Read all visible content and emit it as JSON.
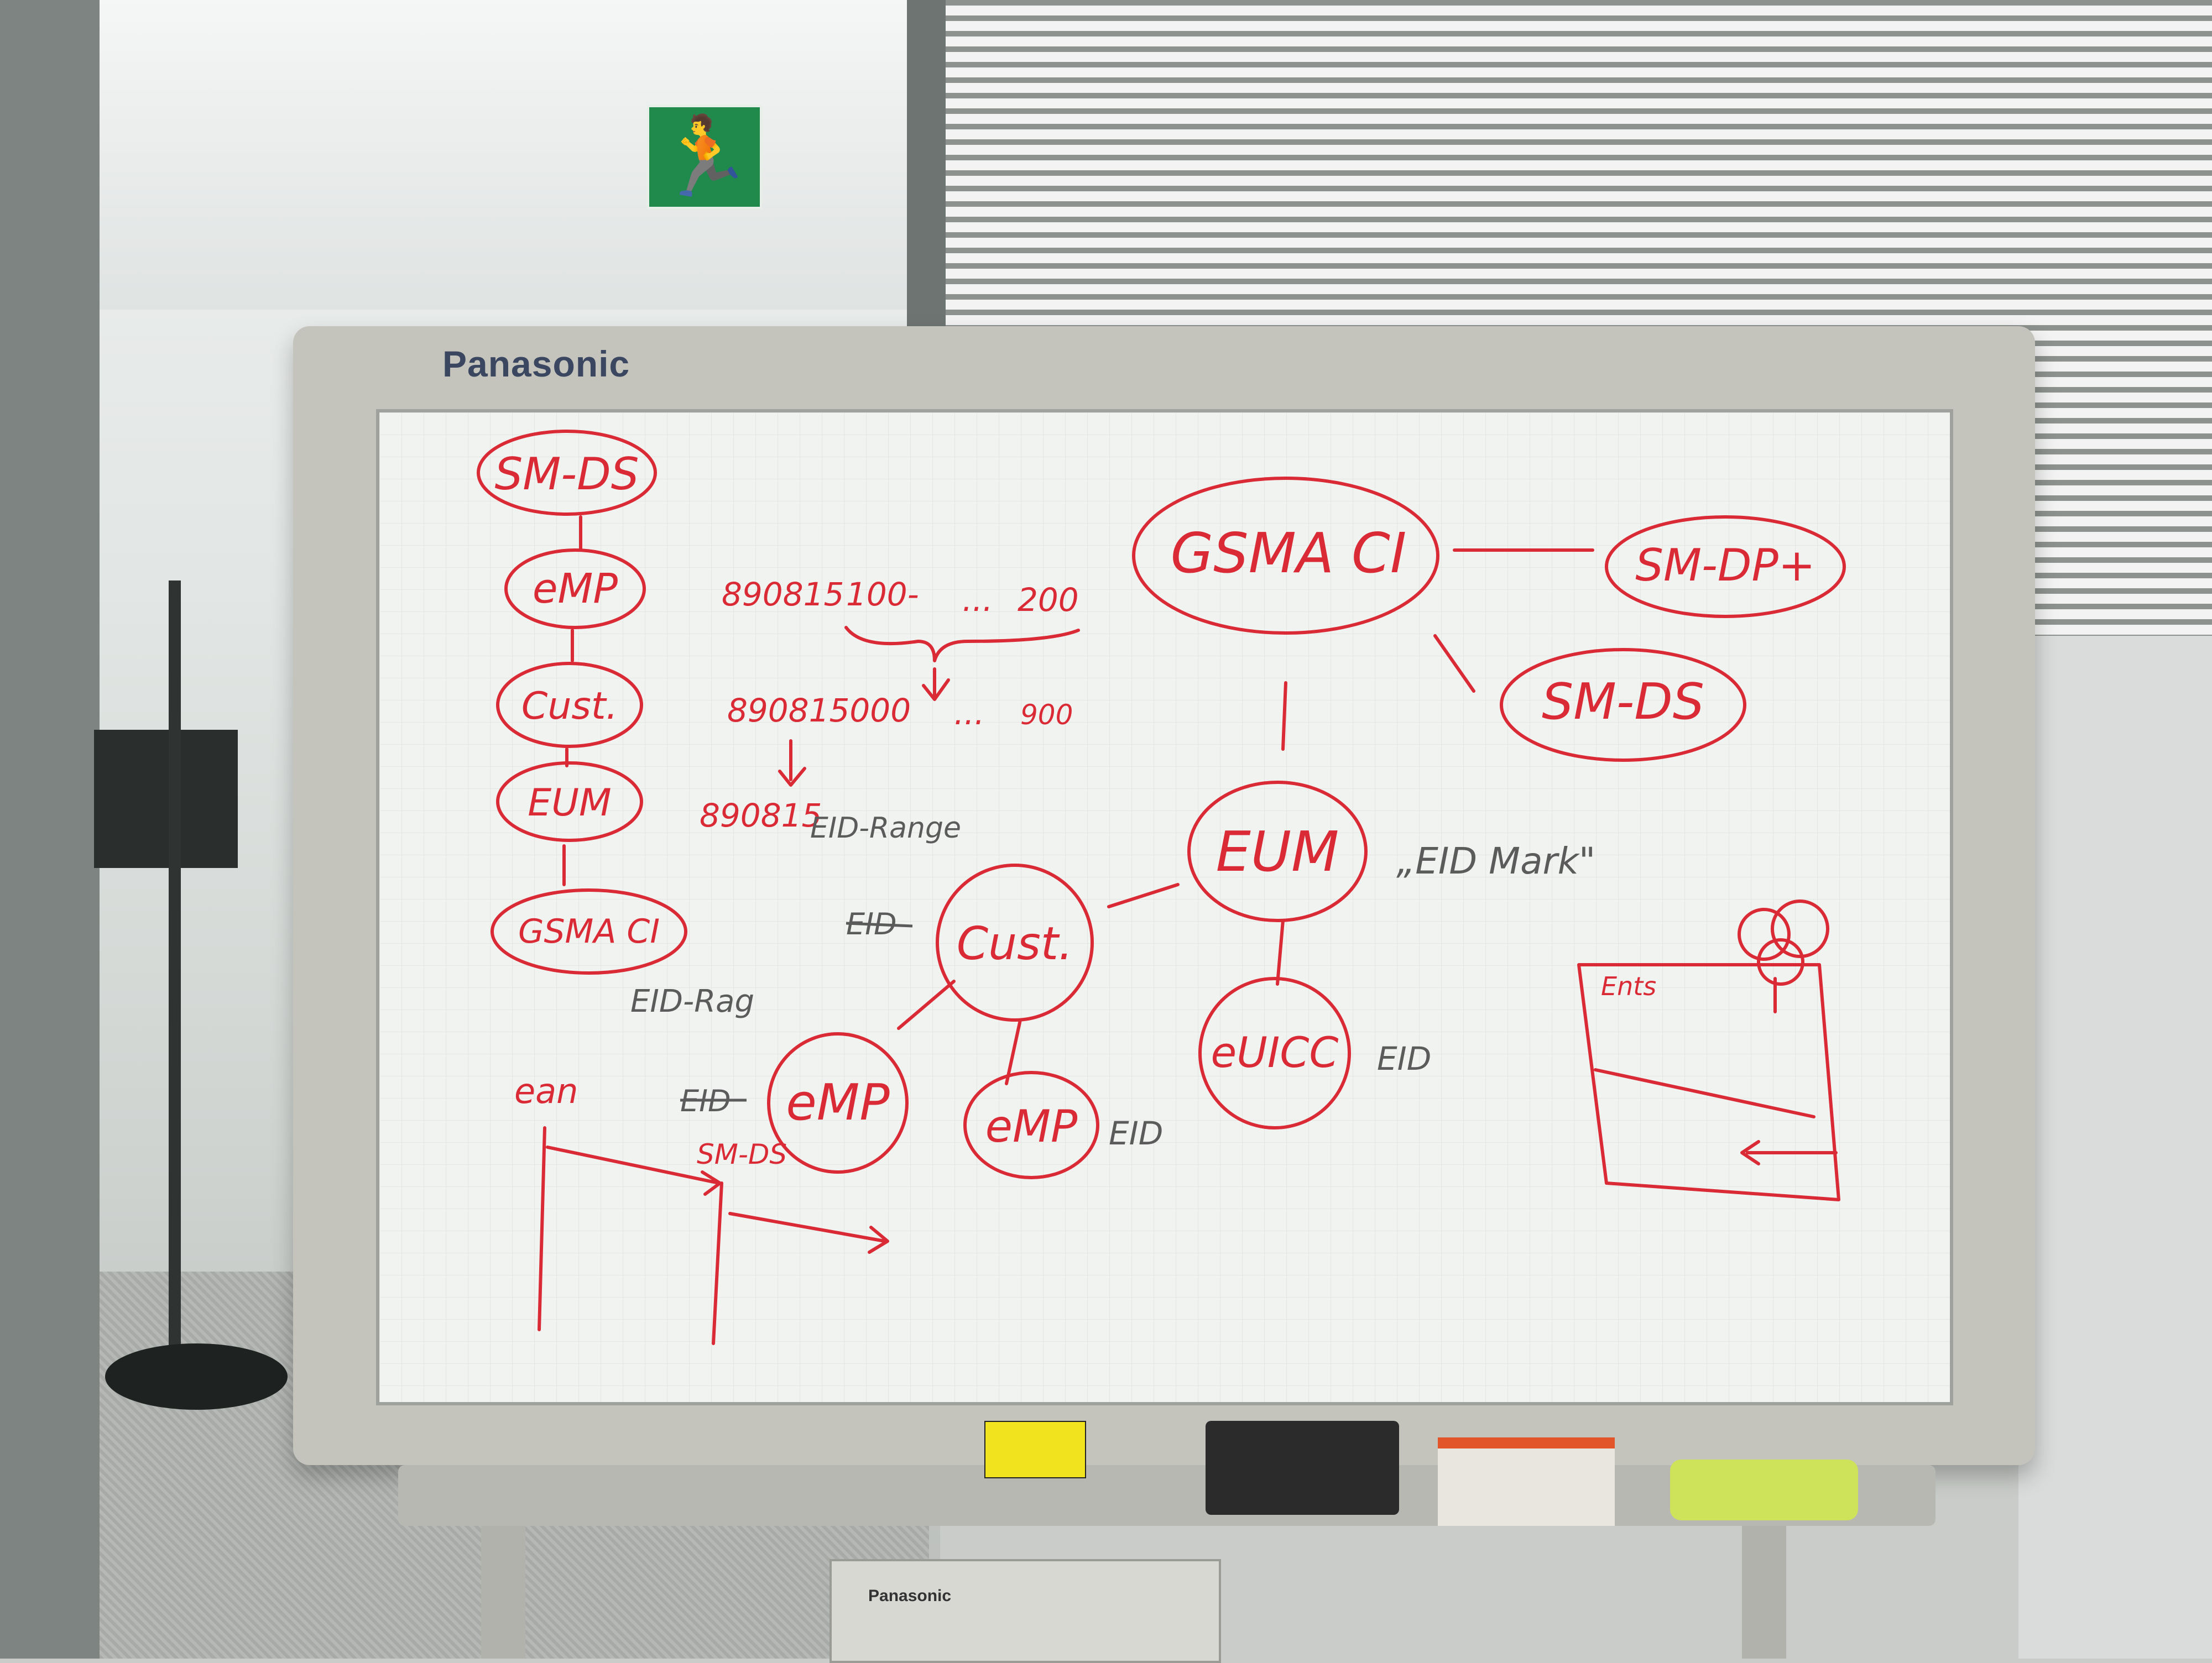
{
  "brand": "Panasonic",
  "printer_brand": "Panasonic",
  "left_chain": [
    "SM-DS",
    "eMP",
    "Cust.",
    "EUM",
    "GSMA CI"
  ],
  "left_chain_note": "EID-Rag",
  "eid_example": {
    "line1_prefix": "890815",
    "line1_start": "100-",
    "line1_mid": "...",
    "line1_end": "200",
    "line2": "890815000",
    "line2_mid": "...",
    "line2_end": "900",
    "line3": "890815",
    "line3_note": "EID-Range"
  },
  "hierarchy": {
    "root": "GSMA CI",
    "right_nodes": [
      "SM-DP+",
      "SM-DS"
    ],
    "eum": "EUM",
    "eum_note": "„EID Mark\"",
    "cust": "Cust.",
    "cust_prefix": "EID",
    "euicc": "eUICC",
    "euicc_suffix": "EID",
    "emp_left": "eMP",
    "emp_left_prefix": "EID",
    "emp_right": "eMP",
    "emp_right_suffix": "EID"
  },
  "sequence": {
    "actor1": "ean",
    "actor2": "SM-DS"
  },
  "sketch_label": "Ents"
}
